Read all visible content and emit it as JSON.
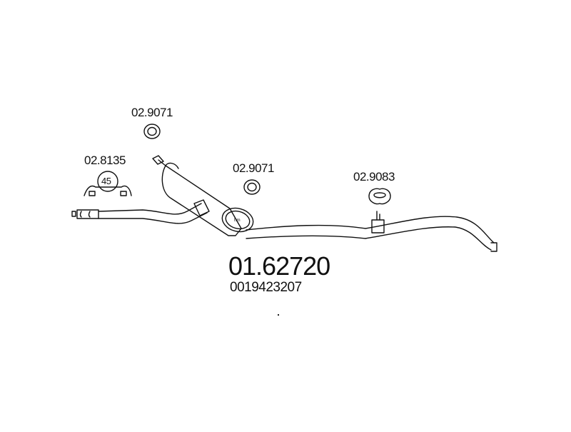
{
  "parts": {
    "ring_top": "02.9071",
    "clamp": "02.8135",
    "clamp_size": "45",
    "ring_mid": "02.9071",
    "hanger": "02.9083"
  },
  "product": {
    "number": "01.62720",
    "oe_number": "0019423207"
  }
}
